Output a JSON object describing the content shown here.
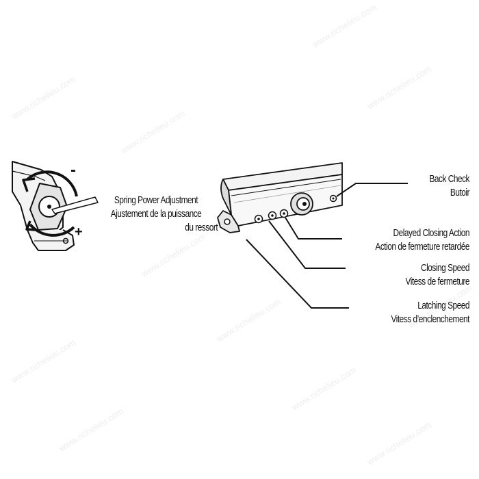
{
  "labels": {
    "spring": {
      "en": "Spring Power Adjustment",
      "fr_line1": "Ajustement de la puissance",
      "fr_line2": "du ressort"
    },
    "back_check": {
      "en": "Back Check",
      "fr": "Butoir"
    },
    "delayed": {
      "en": "Delayed Closing Action",
      "fr": "Action de fermeture retardée"
    },
    "closing": {
      "en": "Closing Speed",
      "fr": "Vitess de fermeture"
    },
    "latching": {
      "en": "Latching Speed",
      "fr": "Vitess d’enclenchement"
    }
  },
  "signs": {
    "minus": "-",
    "plus": "+"
  },
  "watermark": "www.richelieu.com",
  "colors": {
    "line": "#111111",
    "body_fill": "#f4f4f4",
    "shade": "#c8c8c8",
    "watermark": "#eeeeee"
  },
  "icons": [
    "adjustment-rotation-icon",
    "hex-key-icon",
    "door-closer-body"
  ]
}
